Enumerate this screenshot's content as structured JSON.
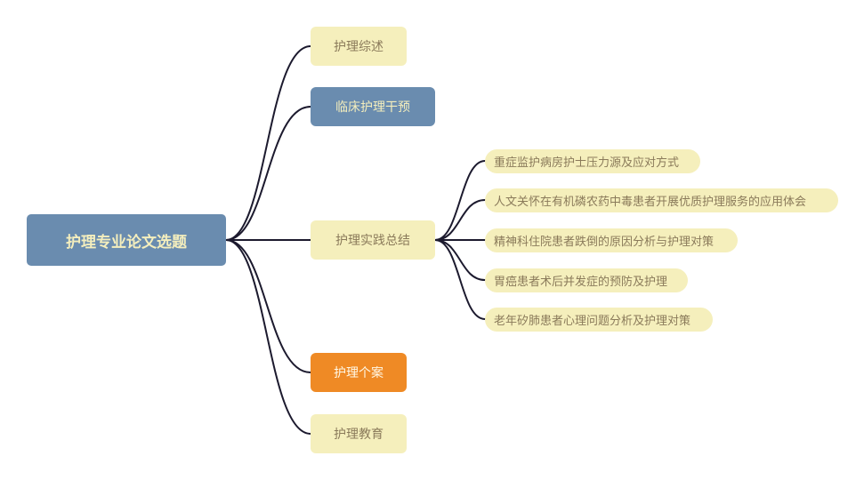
{
  "colors": {
    "root_fill": "#6a8caf",
    "root_text": "#f4eebd",
    "yellow_fill": "#f5efbc",
    "yellow_text": "#8a7a5a",
    "blue_fill": "#6a8caf",
    "blue_text": "#f4eebd",
    "orange_fill": "#ef8a25",
    "orange_text": "#fff8e6",
    "line": "#1c1a2e"
  },
  "root": {
    "label": "护理专业论文选题"
  },
  "branches": [
    {
      "label": "护理综述",
      "style": "yellow"
    },
    {
      "label": "临床护理干预",
      "style": "blue"
    },
    {
      "label": "护理实践总结",
      "style": "yellow",
      "children": [
        "重症监护病房护士压力源及应对方式",
        "人文关怀在有机磷农药中毒患者开展优质护理服务的应用体会",
        "精神科住院患者跌倒的原因分析与护理对策",
        "胃癌患者术后并发症的预防及护理",
        "老年矽肺患者心理问题分析及护理对策"
      ]
    },
    {
      "label": "护理个案",
      "style": "orange"
    },
    {
      "label": "护理教育",
      "style": "yellow"
    }
  ]
}
